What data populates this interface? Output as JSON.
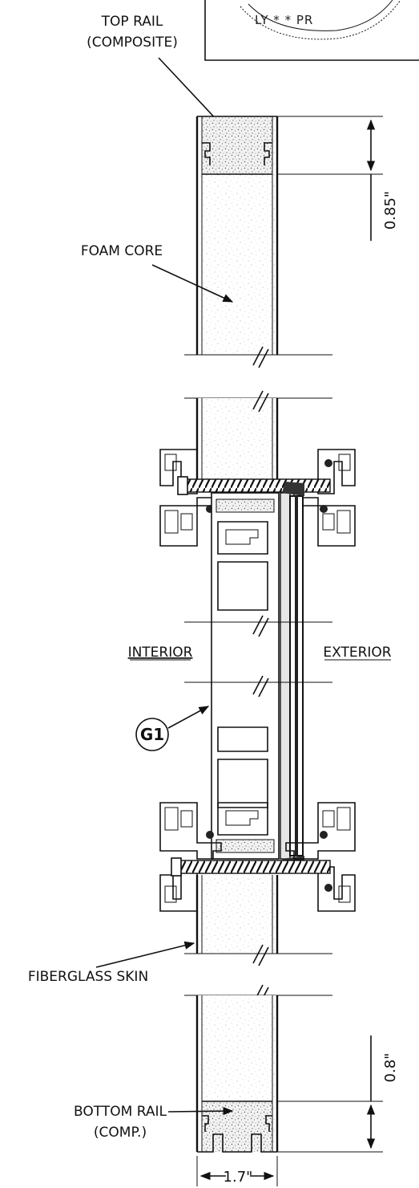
{
  "labels": {
    "top_rail_1": "TOP RAIL",
    "top_rail_2": "(COMPOSITE)",
    "foam_core": "FOAM CORE",
    "interior": "INTERIOR",
    "exterior": "EXTERIOR",
    "glass_callout": "G1",
    "fiberglass_skin": "FIBERGLASS SKIN",
    "bottom_rail_1": "BOTTOM RAIL",
    "bottom_rail_2": "(COMP.)"
  },
  "dimensions": {
    "top_rail_height": "0.85\"",
    "bottom_rail_height": "0.8\"",
    "door_thickness": "1.7\""
  },
  "stamp": {
    "text": "LY  * *  PR"
  }
}
